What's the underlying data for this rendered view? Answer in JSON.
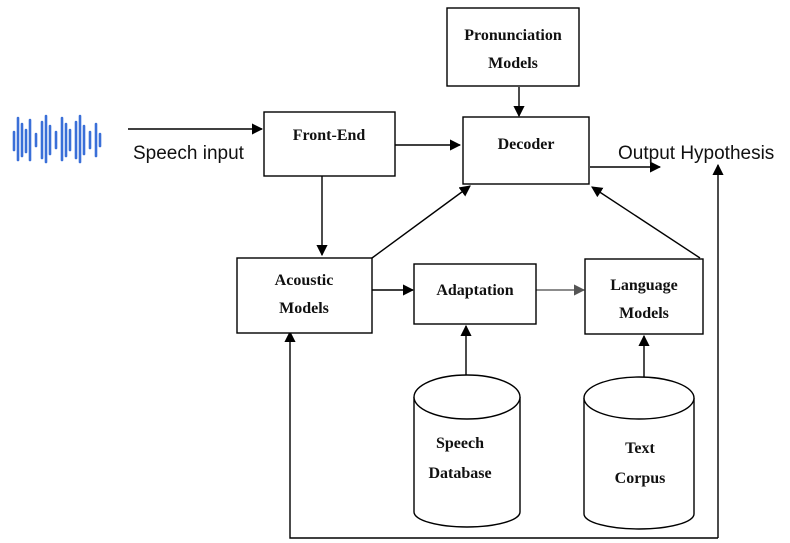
{
  "nodes": {
    "pronunciation_models": [
      "Pronunciation",
      "Models"
    ],
    "front_end": [
      "Front-End"
    ],
    "decoder": [
      "Decoder"
    ],
    "acoustic_models": [
      "Acoustic",
      "Models"
    ],
    "adaptation": [
      "Adaptation"
    ],
    "language_models": [
      "Language",
      "Models"
    ],
    "speech_database": [
      "Speech",
      "Database"
    ],
    "text_corpus": [
      "Text",
      "Corpus"
    ]
  },
  "labels": {
    "speech_input": "Speech input",
    "output_hypothesis": "Output Hypothesis"
  },
  "colors": {
    "waveform": "#3a6fd8",
    "stroke": "#000000"
  },
  "icons": {
    "waveform": "speech-waveform-icon"
  }
}
